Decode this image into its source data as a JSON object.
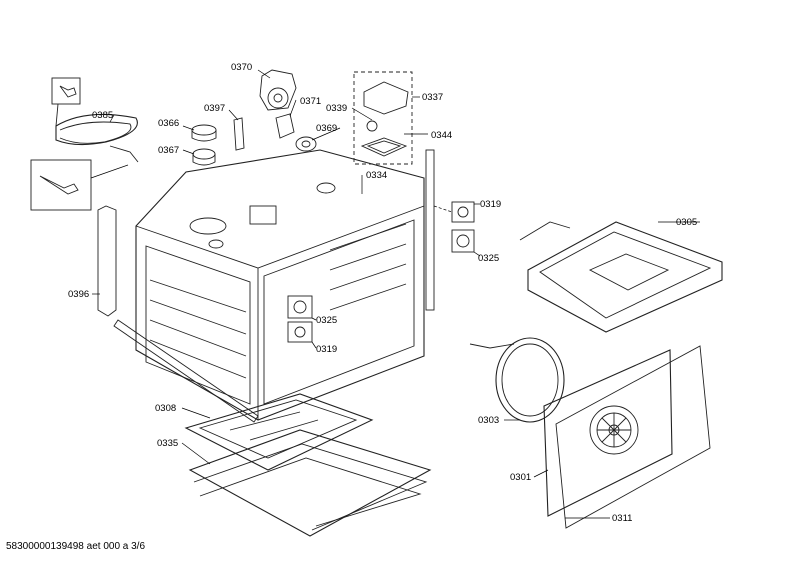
{
  "callouts": {
    "c0370": "0370",
    "c0371": "0371",
    "c0397": "0397",
    "c0339": "0339",
    "c0337": "0337",
    "c0385": "0385",
    "c0366": "0366",
    "c0369": "0369",
    "c0344": "0344",
    "c0367": "0367",
    "c0334": "0334",
    "c0319a": "0319",
    "c0325a": "0325",
    "c0305": "0305",
    "c0396": "0396",
    "c0325b": "0325",
    "c0319b": "0319",
    "c0308": "0308",
    "c0335": "0335",
    "c0303": "0303",
    "c0301": "0301",
    "c0311": "0311"
  },
  "footer": "58300000139498 aet 000 a 3/6"
}
